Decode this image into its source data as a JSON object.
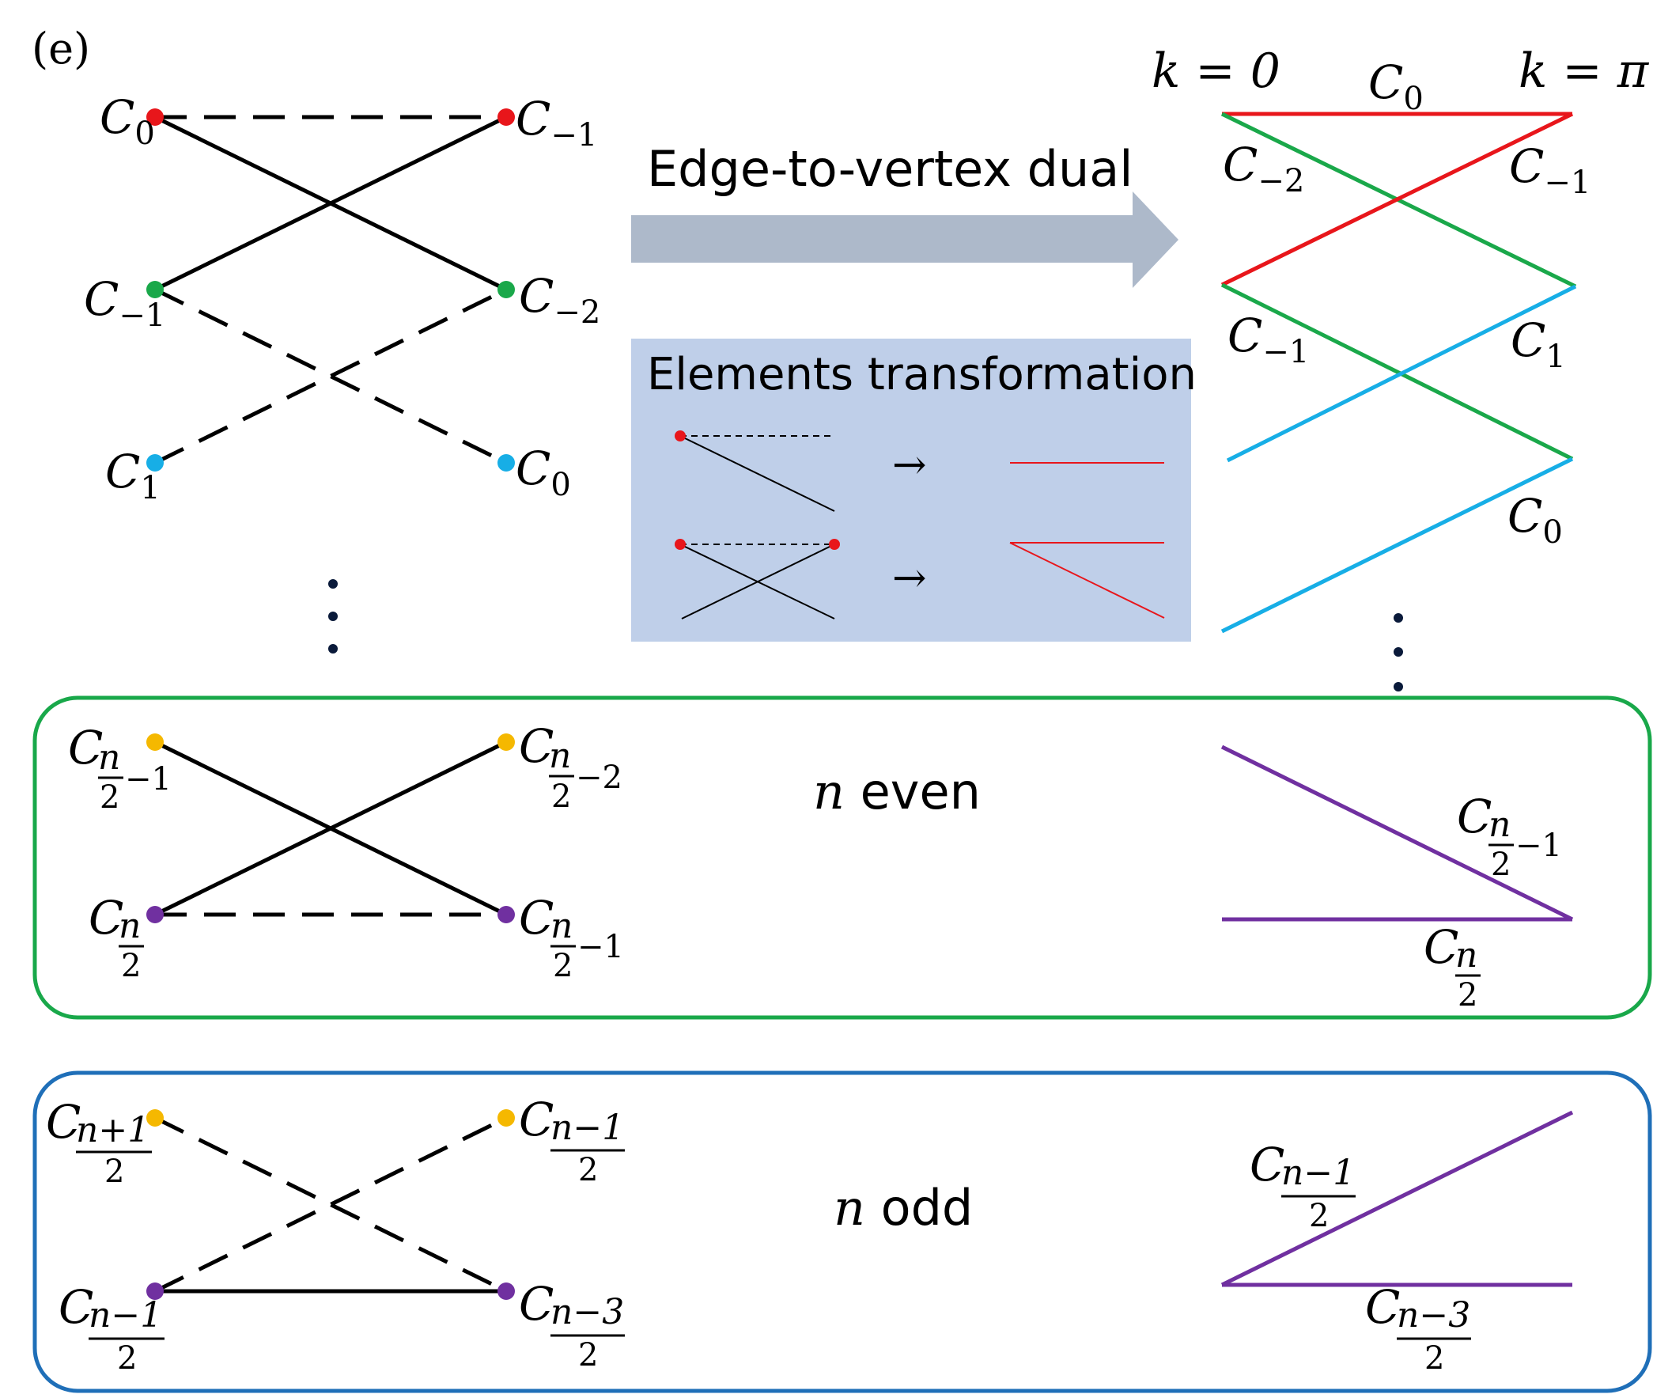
{
  "panel_label": "(e)",
  "colors": {
    "red": "#e8161b",
    "green": "#1aa84a",
    "cyan": "#17aee6",
    "purple": "#7030a0",
    "yellow": "#f5b800",
    "arrow": "#adb9ca",
    "box_fill": "#bfcfe9",
    "even_border": "#19a84a",
    "odd_border": "#1f6fb8"
  },
  "arrow_label": "Edge-to-vertex dual",
  "box_title": "Elements transformation",
  "box_arrows": [
    "→",
    "→"
  ],
  "right_header": {
    "k0": "k = 0",
    "kpi": "k = π"
  },
  "left_graph": {
    "nodes": [
      {
        "id": "C0_top",
        "base": "C",
        "sub": "0"
      },
      {
        "id": "Cm1_top",
        "base": "C",
        "sub": "−1"
      },
      {
        "id": "Cm1_mid",
        "base": "C",
        "sub": "−1"
      },
      {
        "id": "Cm2_mid",
        "base": "C",
        "sub": "−2"
      },
      {
        "id": "C1_bot",
        "base": "C",
        "sub": "1"
      },
      {
        "id": "C0_bot",
        "base": "C",
        "sub": "0"
      }
    ]
  },
  "right_graph": {
    "labels": [
      {
        "base": "C",
        "sub": "0"
      },
      {
        "base": "C",
        "sub": "−2"
      },
      {
        "base": "C",
        "sub": "−1"
      },
      {
        "base": "C",
        "sub": "−1"
      },
      {
        "base": "C",
        "sub": "1"
      },
      {
        "base": "C",
        "sub": "0"
      }
    ]
  },
  "ellipsis": "⋮",
  "even_box": {
    "caption_var": "n",
    "caption_word": " even",
    "left_labels": [
      {
        "base": "C",
        "num": "n",
        "den": "2",
        "tail": "−1"
      },
      {
        "base": "C",
        "num": "n",
        "den": "2",
        "tail": "−2"
      },
      {
        "base": "C",
        "num": "n",
        "den": "2",
        "tail": ""
      },
      {
        "base": "C",
        "num": "n",
        "den": "2",
        "tail": "−1"
      }
    ],
    "right_labels": [
      {
        "base": "C",
        "num": "n",
        "den": "2",
        "tail": "−1"
      },
      {
        "base": "C",
        "num": "n",
        "den": "2",
        "tail": ""
      }
    ]
  },
  "odd_box": {
    "caption_var": "n",
    "caption_word": " odd",
    "left_labels": [
      {
        "base": "C",
        "num": "n+1",
        "den": "2"
      },
      {
        "base": "C",
        "num": "n−1",
        "den": "2"
      },
      {
        "base": "C",
        "num": "n−1",
        "den": "2"
      },
      {
        "base": "C",
        "num": "n−3",
        "den": "2"
      }
    ],
    "right_labels": [
      {
        "base": "C",
        "num": "n−1",
        "den": "2"
      },
      {
        "base": "C",
        "num": "n−3",
        "den": "2"
      }
    ]
  }
}
